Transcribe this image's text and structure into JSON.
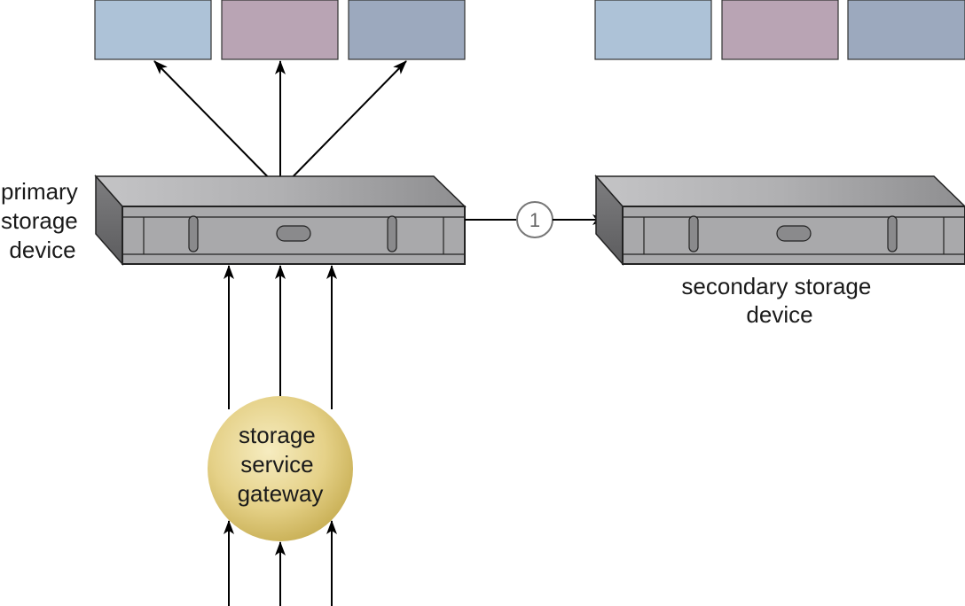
{
  "colors": {
    "light_blue": "#adc2d7",
    "mauve": "#b9a4b4",
    "slate_blue": "#9ca9be",
    "device_front": "#a9a9ab",
    "device_top": "#b5b5b7",
    "gateway_gold": "#e7d487",
    "arrow": "#000000"
  },
  "primary_device": {
    "label_lines": [
      "primary",
      "storage",
      "device"
    ]
  },
  "secondary_device": {
    "label_lines": [
      "secondary storage",
      "device"
    ]
  },
  "gateway": {
    "label_lines": [
      "storage",
      "service",
      "gateway"
    ]
  },
  "step": {
    "number": "1"
  },
  "blocks": {
    "primary_group": [
      "light_blue",
      "mauve",
      "slate_blue"
    ],
    "secondary_group": [
      "light_blue",
      "mauve",
      "slate_blue"
    ]
  },
  "icons": {
    "device": "storage-device-icon",
    "gateway": "gateway-circle-icon"
  }
}
